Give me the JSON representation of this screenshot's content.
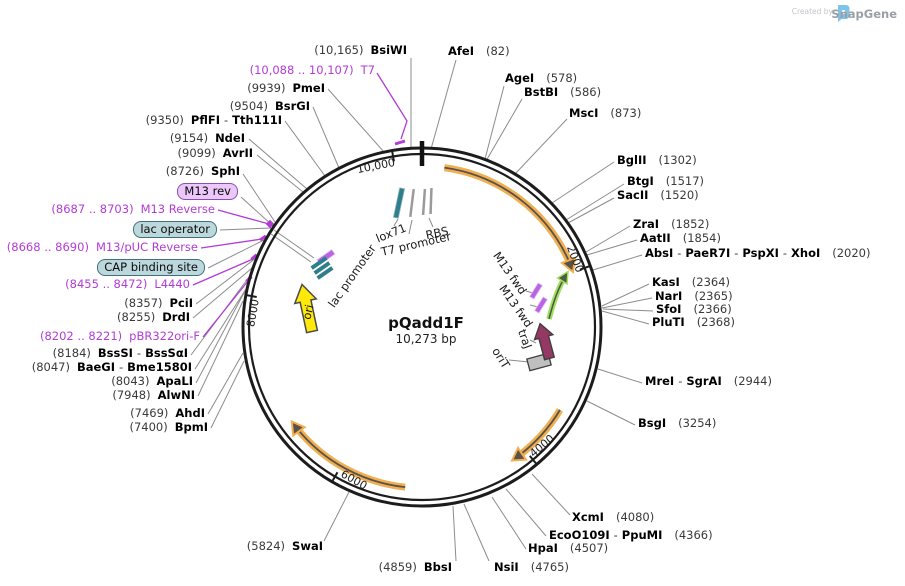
{
  "watermark": {
    "created_by": "Created by",
    "brand": "SnapGene"
  },
  "plasmid": {
    "name": "pQadd1F",
    "size": "10,273 bp"
  },
  "separator": "-",
  "axis_ticks": {
    "t2000": "2000",
    "t4000": "4000",
    "t6000": "6000",
    "t8000": "8000",
    "t10000": "10,000"
  },
  "sites_right": [
    {
      "names": [
        "AfeI"
      ],
      "pos": "(82)"
    },
    {
      "names": [
        "AgeI"
      ],
      "pos": "(578)"
    },
    {
      "names": [
        "BstBI"
      ],
      "pos": "(586)"
    },
    {
      "names": [
        "MscI"
      ],
      "pos": "(873)"
    },
    {
      "names": [
        "BglII"
      ],
      "pos": "(1302)"
    },
    {
      "names": [
        "BtgI"
      ],
      "pos": "(1517)"
    },
    {
      "names": [
        "SacII"
      ],
      "pos": "(1520)"
    },
    {
      "names": [
        "ZraI"
      ],
      "pos": "(1852)"
    },
    {
      "names": [
        "AatII"
      ],
      "pos": "(1854)"
    },
    {
      "names": [
        "AbsI",
        "PaeR7I",
        "PspXI",
        "XhoI"
      ],
      "pos": "(2020)"
    },
    {
      "names": [
        "KasI"
      ],
      "pos": "(2364)"
    },
    {
      "names": [
        "NarI"
      ],
      "pos": "(2365)"
    },
    {
      "names": [
        "SfoI"
      ],
      "pos": "(2366)"
    },
    {
      "names": [
        "PluTI"
      ],
      "pos": "(2368)"
    },
    {
      "names": [
        "MreI",
        "SgrAI"
      ],
      "pos": "(2944)"
    },
    {
      "names": [
        "BsgI"
      ],
      "pos": "(3254)"
    },
    {
      "names": [
        "XcmI"
      ],
      "pos": "(4080)"
    },
    {
      "names": [
        "EcoO109I",
        "PpuMI"
      ],
      "pos": "(4366)"
    },
    {
      "names": [
        "HpaI"
      ],
      "pos": "(4507)"
    },
    {
      "names": [
        "NsiI"
      ],
      "pos": "(4765)"
    }
  ],
  "sites_left": [
    {
      "pos": "(10,165)",
      "names": [
        "BsiWI"
      ]
    },
    {
      "pos": "(10,088 .. 10,107)",
      "names": [
        "T7"
      ],
      "type": "primer"
    },
    {
      "pos": "(9939)",
      "names": [
        "PmeI"
      ]
    },
    {
      "pos": "(9504)",
      "names": [
        "BsrGI"
      ]
    },
    {
      "pos": "(9350)",
      "names": [
        "PflFI",
        "Tth111I"
      ]
    },
    {
      "pos": "(9154)",
      "names": [
        "NdeI"
      ]
    },
    {
      "pos": "(9099)",
      "names": [
        "AvrII"
      ]
    },
    {
      "pos": "(8726)",
      "names": [
        "SphI"
      ]
    },
    {
      "pos": "(8687 .. 8703)",
      "names": [
        "M13 Reverse"
      ],
      "type": "primer"
    },
    {
      "pos": "(8668 .. 8690)",
      "names": [
        "M13/pUC Reverse"
      ],
      "type": "primer"
    },
    {
      "pos": "(8455 .. 8472)",
      "names": [
        "L4440"
      ],
      "type": "primer"
    },
    {
      "pos": "(8357)",
      "names": [
        "PciI"
      ]
    },
    {
      "pos": "(8255)",
      "names": [
        "DrdI"
      ]
    },
    {
      "pos": "(8202 .. 8221)",
      "names": [
        "pBR322ori-F"
      ],
      "type": "primer"
    },
    {
      "pos": "(8184)",
      "names": [
        "BssSI",
        "BssSαI"
      ]
    },
    {
      "pos": "(8047)",
      "names": [
        "BaeGI",
        "Bme1580I"
      ]
    },
    {
      "pos": "(8043)",
      "names": [
        "ApaLI"
      ]
    },
    {
      "pos": "(7948)",
      "names": [
        "AlwNI"
      ]
    },
    {
      "pos": "(7469)",
      "names": [
        "AhdI"
      ]
    },
    {
      "pos": "(7400)",
      "names": [
        "BpmI"
      ]
    },
    {
      "pos": "(5824)",
      "names": [
        "SwaI"
      ]
    },
    {
      "pos": "(4859)",
      "names": [
        "BbsI"
      ]
    }
  ],
  "boxed_labels": {
    "m13_rev": "M13 rev",
    "lac_operator": "lac operator",
    "cap_binding_site": "CAP binding site"
  },
  "features": {
    "ori": "ori",
    "lac_promoter": "lac promoter",
    "lox71": "lox71",
    "t7_promoter": "T7 promoter",
    "rbs": "RBS",
    "m13_fwd_1": "M13 fwd",
    "m13_fwd_2": "M13 fwd",
    "traj": "traJ",
    "orit": "oriT"
  },
  "colors": {
    "backbone": "#1c1c1c",
    "enzyme_text": "#000000",
    "position_text": "#3a3a3a",
    "primer_purple": "#b43bd6",
    "leader_gray": "#8c8c8c",
    "cds_orange": "#efaf52",
    "promoter_green": "#9fe060",
    "ori_yellow": "#ffe90a",
    "traj_maroon": "#953863",
    "orit_gray": "#bfbfbf",
    "teal_feature": "#2e7e8c",
    "box_teal_bg": "#bcd8dc",
    "box_purple_bg": "#ebc7fa"
  }
}
